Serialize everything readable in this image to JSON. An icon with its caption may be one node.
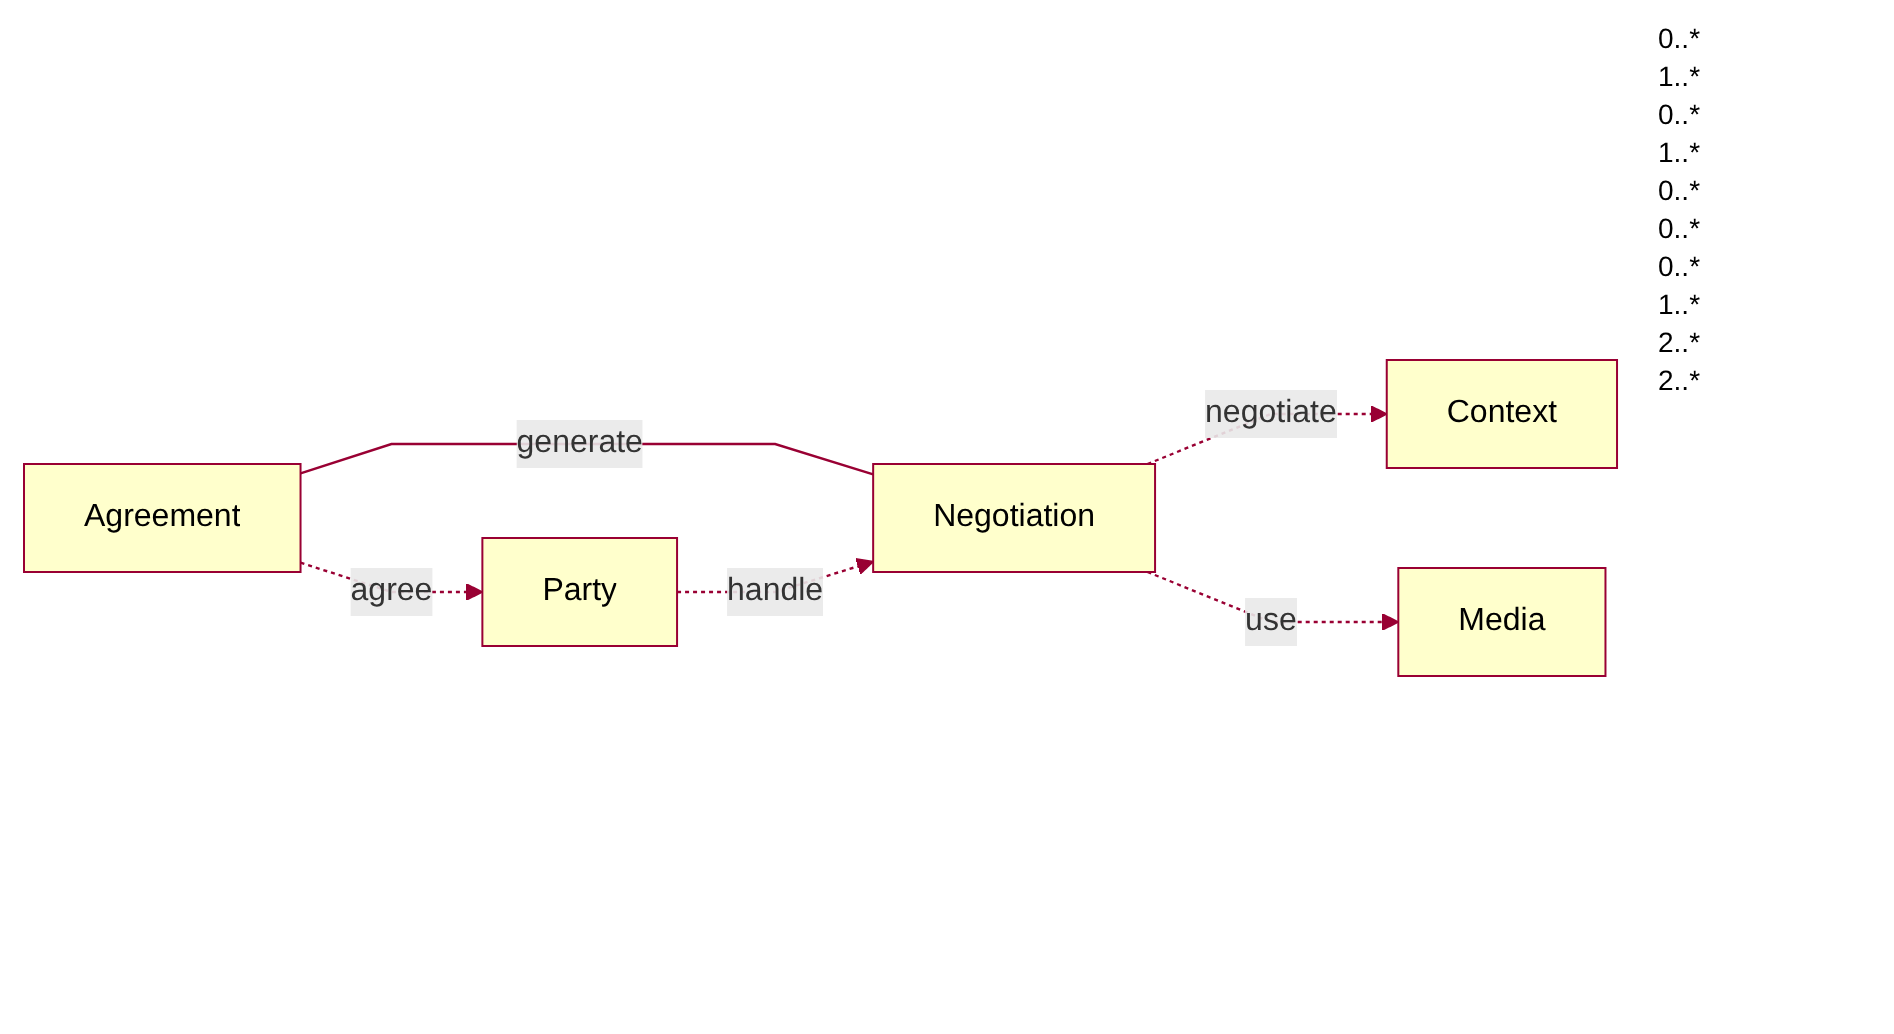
{
  "diagram": {
    "nodes": [
      {
        "text": [
          "Agreement"
        ]
      },
      {
        "text": [
          "Negotiation"
        ]
      },
      {
        "text": [
          "Context"
        ]
      },
      {
        "text": [
          "Media"
        ]
      },
      {
        "text": [
          "Party"
        ]
      }
    ],
    "edges": [
      {
        "from": 0,
        "to": 1,
        "arrow": "none",
        "label": "generate"
      },
      {
        "from": 1,
        "to": 2,
        "arrow": "to",
        "label": "negotiate",
        "style": "dashed"
      },
      {
        "from": 1,
        "to": 3,
        "arrow": "to",
        "label": "use",
        "style": "dashed"
      },
      {
        "from": 0,
        "to": 4,
        "arrow": "to",
        "label": "agree",
        "style": "dashed"
      },
      {
        "from": 4,
        "to": 1,
        "arrow": "to",
        "label": "handle",
        "style": "dashed"
      }
    ],
    "labels": [
      "0..*",
      "1..*",
      "0..*",
      "1..*",
      "0..*",
      "0..*",
      "0..*",
      "1..*",
      "2..*",
      "2..*"
    ]
  }
}
